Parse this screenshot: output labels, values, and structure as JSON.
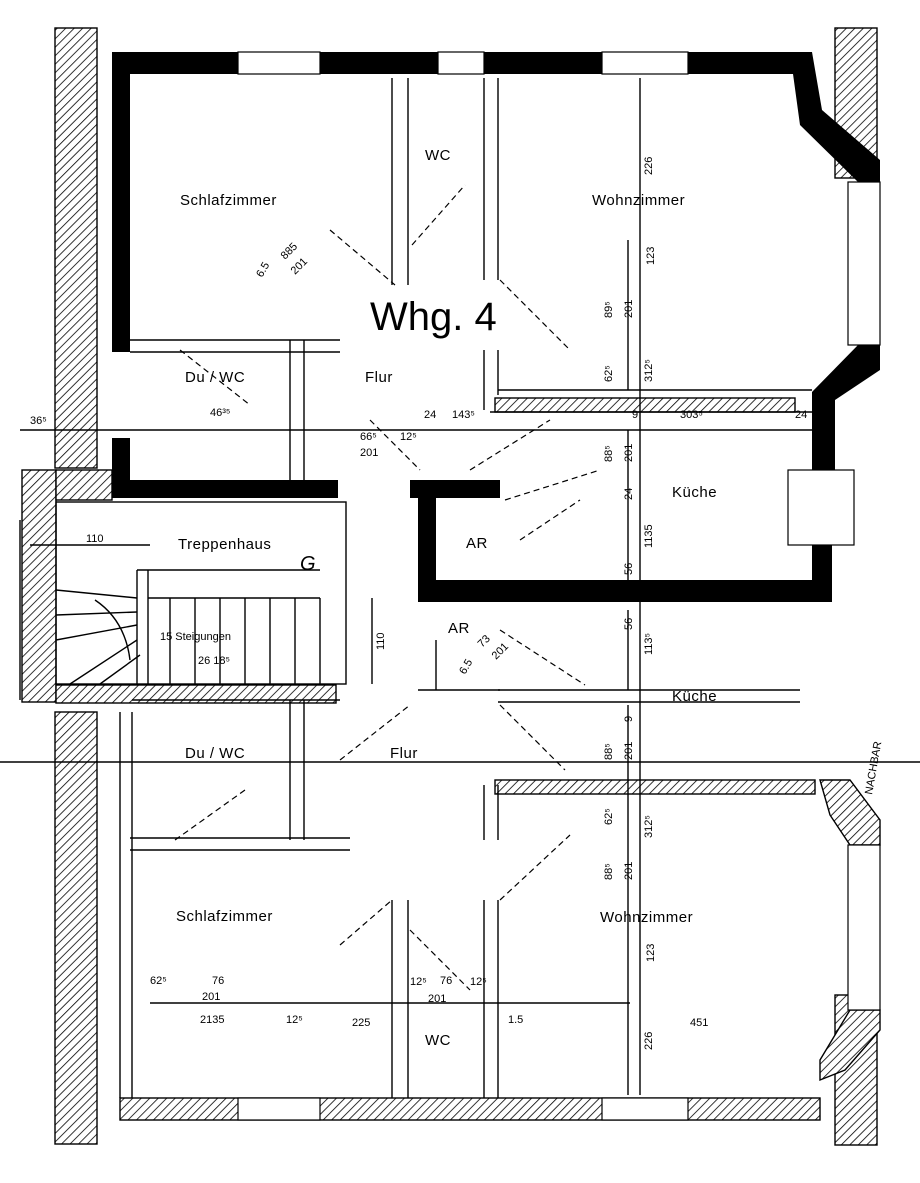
{
  "plan": {
    "title": "Whg. 4",
    "rooms": {
      "top_bedroom": "Schlafzimmer",
      "top_wc": "WC",
      "top_living": "Wohnzimmer",
      "top_bath": "Du / WC",
      "top_hall": "Flur",
      "top_kitchen": "Küche",
      "top_storage": "AR",
      "stairwell": "Treppenhaus",
      "stair_marker": "G",
      "stairs_info": "15 Steigungen",
      "stairs_dims": "26 18⁵",
      "bottom_storage": "AR",
      "bottom_kitchen": "Küche",
      "bottom_bath": "Du / WC",
      "bottom_hall": "Flur",
      "bottom_bedroom": "Schlafzimmer",
      "bottom_living": "Wohnzimmer",
      "bottom_wc": "WC"
    },
    "dims": {
      "d_226_top": "226",
      "d_123_top": "123",
      "d_89": "89⁵",
      "d_201_a": "201",
      "d_62": "62⁵",
      "d_312_top": "312⁵",
      "d_36": "36⁵",
      "d_463": "46³⁵",
      "d_66": "66⁵",
      "d_201_b": "201",
      "d_12": "12⁵",
      "d_24_a": "24",
      "d_143": "143⁵",
      "d_9_a": "9",
      "d_303": "303⁵",
      "d_24_b": "24",
      "d_201_c": "201",
      "d_88_top": "88⁵",
      "d_24_c": "24",
      "d_1135": "1135",
      "d_56_a": "56",
      "d_56_b": "56",
      "d_1135_b": "113⁵",
      "d_110_a": "110",
      "d_110_b": "110",
      "d_bed_65": "6.5",
      "d_bed_885": "885",
      "d_bed_201": "201",
      "d_ar_65": "6.5",
      "d_ar_73": "73",
      "d_ar_201": "201",
      "d_9_b": "9",
      "d_88_bot": "88⁵",
      "d_201_d": "201",
      "d_62_bot": "62⁵",
      "d_312_bot": "312⁵",
      "d_88_bot2": "88⁵",
      "d_201_e": "201",
      "d_123_bot": "123",
      "d_62_bl": "62⁵",
      "d_76_a": "76",
      "d_201_f": "201",
      "d_2135": "2135",
      "d_12_bot": "12⁵",
      "d_225": "225",
      "d_12_b2": "12⁵",
      "d_76_b": "76",
      "d_201_g": "201",
      "d_12_b3": "12⁵",
      "d_1_5": "1.5",
      "d_451": "451",
      "d_226_bot": "226",
      "d_neighbor": "NACHBAR"
    }
  }
}
